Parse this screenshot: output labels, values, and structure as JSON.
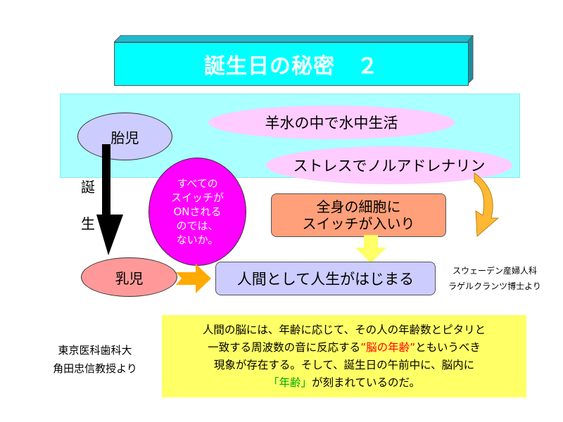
{
  "title": "誕生日の秘密　２",
  "fetus": "胎児",
  "amniotic": "羊水の中で水中生活",
  "stress": "ストレスでノルアドレナリン",
  "birth": [
    "誕",
    "生"
  ],
  "switch_question": [
    "すべての",
    "スイッチが",
    "ONされる",
    "のでは、",
    "ないか。"
  ],
  "cells": [
    "全身の細胞に",
    "スイッチが入いり"
  ],
  "infant": "乳児",
  "life_begins": "人間として人生がはじまる",
  "source_sweden": [
    "スウェーデン産婦人科",
    "ラゲルクランツ博士より"
  ],
  "source_tokyo": [
    "東京医科歯科大",
    "角田忠信教授より"
  ],
  "note": {
    "line1": "人間の脳には、年齢に応じて、その人の年齢数とピタリと",
    "line2a": "一致する周波数の音に反応する",
    "line2b": "”脳の年齢”",
    "line2c": "ともいうべき",
    "line3": "現象が存在する。そして、誕生日の午前中に、脳内に",
    "line4a": "「年齢」",
    "line4b": "が刻まれているのだ。"
  },
  "colors": {
    "title_bg": "#00ffff",
    "band": "#aaffff",
    "magenta": "#ff00ff",
    "note_bg": "#ffff66"
  }
}
